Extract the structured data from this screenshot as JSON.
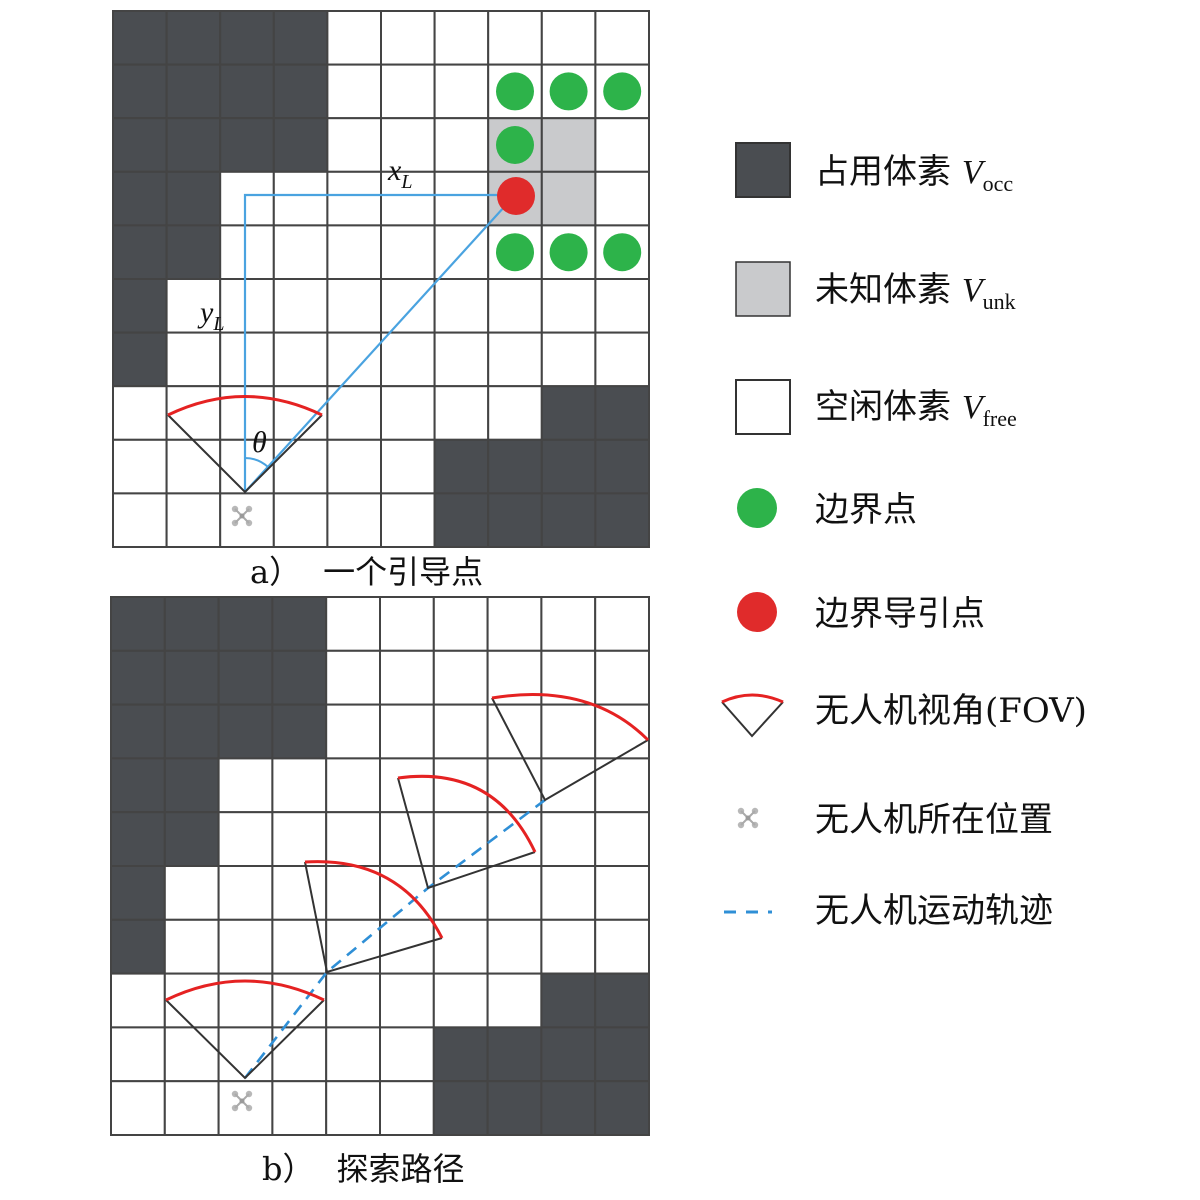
{
  "colors": {
    "occupied": "#4a4d51",
    "unknown": "#c9cacc",
    "free": "#ffffff",
    "grid_line": "#444444",
    "frontier": "#2db34a",
    "guide": "#e02b2b",
    "fov_arc": "#e52222",
    "fov_edge": "#333333",
    "trajectory": "#2f8fd6",
    "vector_line": "#4aa3e0"
  },
  "panel_a": {
    "caption_label": "a）",
    "caption_text": "一个引导点",
    "x_label": "x",
    "x_sub": "L",
    "y_label": "y",
    "y_sub": "L",
    "theta_label": "θ",
    "grid": [
      "OOOOFFFFFF",
      "OOOOFFFFFF",
      "OOOOFFFUUF",
      "OOFFFFFUUF",
      "OOFFFFFFFF",
      "OFFFFFFFFF",
      "OFFFFFFFFF",
      "FFFFFFFFOO",
      "FFFFFFOOOO",
      "FFFFFFOOOO"
    ],
    "frontier_cells": [
      [
        1,
        7
      ],
      [
        1,
        8
      ],
      [
        1,
        9
      ],
      [
        2,
        7
      ],
      [
        4,
        7
      ],
      [
        4,
        8
      ],
      [
        4,
        9
      ]
    ],
    "guide_cell": [
      3,
      7
    ],
    "drone_cell": [
      9,
      2
    ]
  },
  "panel_b": {
    "caption_label": "b）",
    "caption_text": "探索路径",
    "grid": [
      "OOOOFFFFFF",
      "OOOOFFFFFF",
      "OOOOFFFFFF",
      "OOFFFFFFFF",
      "OOFFFFFFFF",
      "OFFFFFFFFF",
      "OFFFFFFFFF",
      "FFFFFFFFOO",
      "FFFFFFOOOO",
      "FFFFFFOOOO"
    ],
    "drone_cell": [
      9,
      2
    ]
  },
  "legend": {
    "items": [
      {
        "key": "occupied",
        "label": "占用体素 ",
        "var": "V",
        "sub": "occ"
      },
      {
        "key": "unknown",
        "label": "未知体素 ",
        "var": "V",
        "sub": "unk"
      },
      {
        "key": "free",
        "label": "空闲体素 ",
        "var": "V",
        "sub": "free"
      },
      {
        "key": "frontier",
        "label": "边界点"
      },
      {
        "key": "guide",
        "label": "边界导引点"
      },
      {
        "key": "fov",
        "label": "无人机视角(FOV)"
      },
      {
        "key": "drone",
        "label": "无人机所在位置"
      },
      {
        "key": "trajectory",
        "label": "无人机运动轨迹"
      }
    ]
  }
}
